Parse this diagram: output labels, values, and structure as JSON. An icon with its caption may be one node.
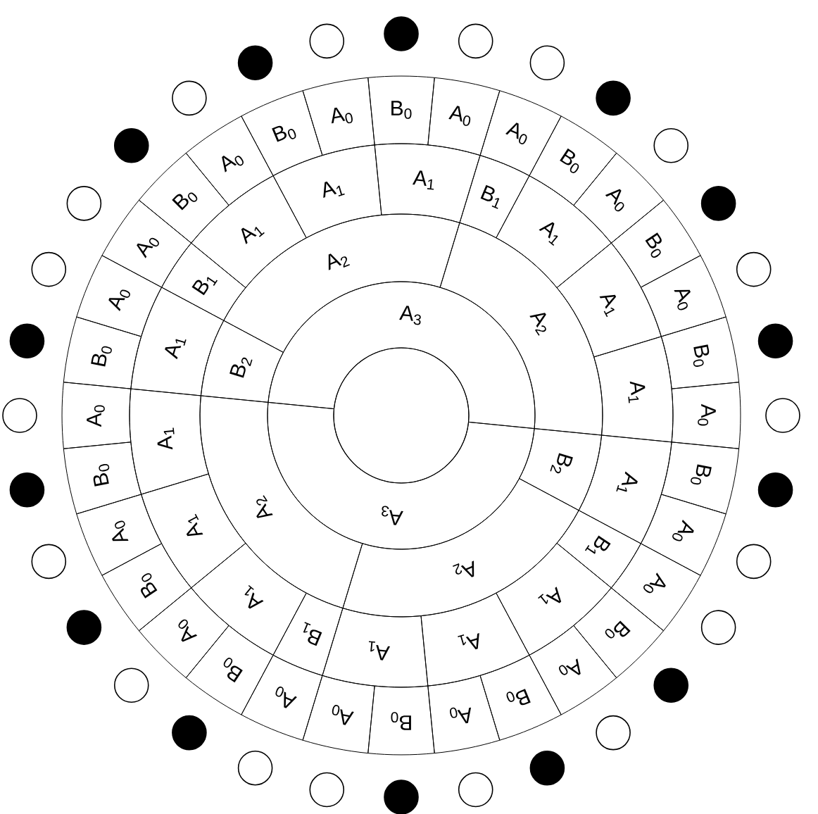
{
  "diagram": {
    "nodes": [
      {
        "text": [],
        "shape": "circle"
      },
      {
        "text": [
          "A$_{3}$"
        ]
      },
      {
        "text": [
          "A$_{3}$"
        ]
      },
      {
        "text": [
          "B$_{2}$"
        ]
      },
      {
        "text": [
          "A$_{2}$"
        ]
      },
      {
        "text": [
          "A$_{2}$"
        ]
      },
      {
        "text": [
          "B$_{2}$"
        ]
      },
      {
        "text": [
          "A$_{2}$"
        ]
      },
      {
        "text": [
          "A$_{2}$"
        ]
      },
      {
        "text": [
          "A$_{1}$"
        ]
      },
      {
        "text": [
          "B$_{1}$"
        ]
      },
      {
        "text": [
          "A$_{1}$"
        ]
      },
      {
        "text": [
          "A$_{1}$"
        ]
      },
      {
        "text": [
          "A$_{1}$"
        ]
      },
      {
        "text": [
          "B$_{1}$"
        ]
      },
      {
        "text": [
          "A$_{1}$"
        ]
      },
      {
        "text": [
          "A$_{1}$"
        ]
      },
      {
        "text": [
          "A$_{1}$"
        ]
      },
      {
        "text": [
          "A$_{1}$"
        ]
      },
      {
        "text": [
          "B$_{1}$"
        ]
      },
      {
        "text": [
          "A$_{1}$"
        ]
      },
      {
        "text": [
          "A$_{1}$"
        ]
      },
      {
        "text": [
          "A$_{1}$"
        ]
      },
      {
        "text": [
          "B$_{1}$"
        ]
      },
      {
        "text": [
          "A$_{1}$"
        ]
      },
      {
        "text": [
          "A$_{1}$"
        ]
      },
      {
        "text": [
          "A$_{1}$"
        ]
      },
      {
        "text": [
          "B$_{0}$"
        ]
      },
      {
        "text": [
          "A$_{0}$"
        ]
      },
      {
        "text": [
          "A$_{0}$"
        ]
      },
      {
        "text": [
          "B$_{0}$"
        ]
      },
      {
        "text": [
          "A$_{0}$"
        ]
      },
      {
        "text": [
          "B$_{0}$"
        ]
      },
      {
        "text": [
          "A$_{0}$"
        ]
      },
      {
        "text": [
          "B$_{0}$"
        ]
      },
      {
        "text": [
          "A$_{0}$"
        ]
      },
      {
        "text": [
          "A$_{0}$"
        ]
      },
      {
        "text": [
          "B$_{0}$"
        ]
      },
      {
        "text": [
          "A$_{0}$"
        ]
      },
      {
        "text": [
          "B$_{0}$"
        ]
      },
      {
        "text": [
          "A$_{0}$"
        ]
      },
      {
        "text": [
          "B$_{0}$"
        ]
      },
      {
        "text": [
          "A$_{0}$"
        ]
      },
      {
        "text": [
          "B$_{0}$"
        ]
      },
      {
        "text": [
          "A$_{0}$"
        ]
      },
      {
        "text": [
          "A$_{0}$"
        ]
      },
      {
        "text": [
          "B$_{0}$"
        ]
      },
      {
        "text": [
          "A$_{0}$"
        ]
      },
      {
        "text": [
          "B$_{0}$"
        ]
      },
      {
        "text": [
          "A$_{0}$"
        ]
      },
      {
        "text": [
          "B$_{0}$"
        ]
      },
      {
        "text": [
          "A$_{0}$"
        ]
      },
      {
        "text": [
          "A$_{0}$"
        ]
      },
      {
        "text": [
          "B$_{0}$"
        ]
      },
      {
        "text": [
          "A$_{0}$"
        ]
      },
      {
        "text": [
          "B$_{0}$"
        ]
      },
      {
        "text": [
          "A$_{0}$"
        ]
      },
      {
        "text": [
          "B$_{0}$"
        ]
      },
      {
        "text": [
          "A$_{0}$"
        ]
      },
      {
        "text": [],
        "shape": "dot"
      },
      {
        "text": [],
        "shape": "circle"
      },
      {
        "text": [],
        "shape": "circle"
      },
      {
        "text": [],
        "shape": "dot"
      },
      {
        "text": [],
        "shape": "circle"
      },
      {
        "text": [],
        "shape": "dot"
      },
      {
        "text": [],
        "shape": "circle"
      },
      {
        "text": [],
        "shape": "dot"
      },
      {
        "text": [],
        "shape": "circle"
      },
      {
        "text": [],
        "shape": "circle"
      },
      {
        "text": [],
        "shape": "dot"
      },
      {
        "text": [],
        "shape": "circle"
      },
      {
        "text": [],
        "shape": "dot"
      },
      {
        "text": [],
        "shape": "circle"
      },
      {
        "text": [],
        "shape": "dot"
      },
      {
        "text": [],
        "shape": "circle"
      },
      {
        "text": [],
        "shape": "dot"
      },
      {
        "text": [],
        "shape": "circle"
      },
      {
        "text": [],
        "shape": "circle"
      },
      {
        "text": [],
        "shape": "dot"
      },
      {
        "text": [],
        "shape": "circle"
      },
      {
        "text": [],
        "shape": "dot"
      },
      {
        "text": [],
        "shape": "circle"
      },
      {
        "text": [],
        "shape": "dot"
      },
      {
        "text": [],
        "shape": "circle"
      },
      {
        "text": [],
        "shape": "circle"
      },
      {
        "text": [],
        "shape": "dot"
      },
      {
        "text": [],
        "shape": "circle"
      },
      {
        "text": [],
        "shape": "dot"
      },
      {
        "text": [],
        "shape": "circle"
      },
      {
        "text": [],
        "shape": "dot"
      },
      {
        "text": [],
        "shape": "circle"
      }
    ]
  }
}
